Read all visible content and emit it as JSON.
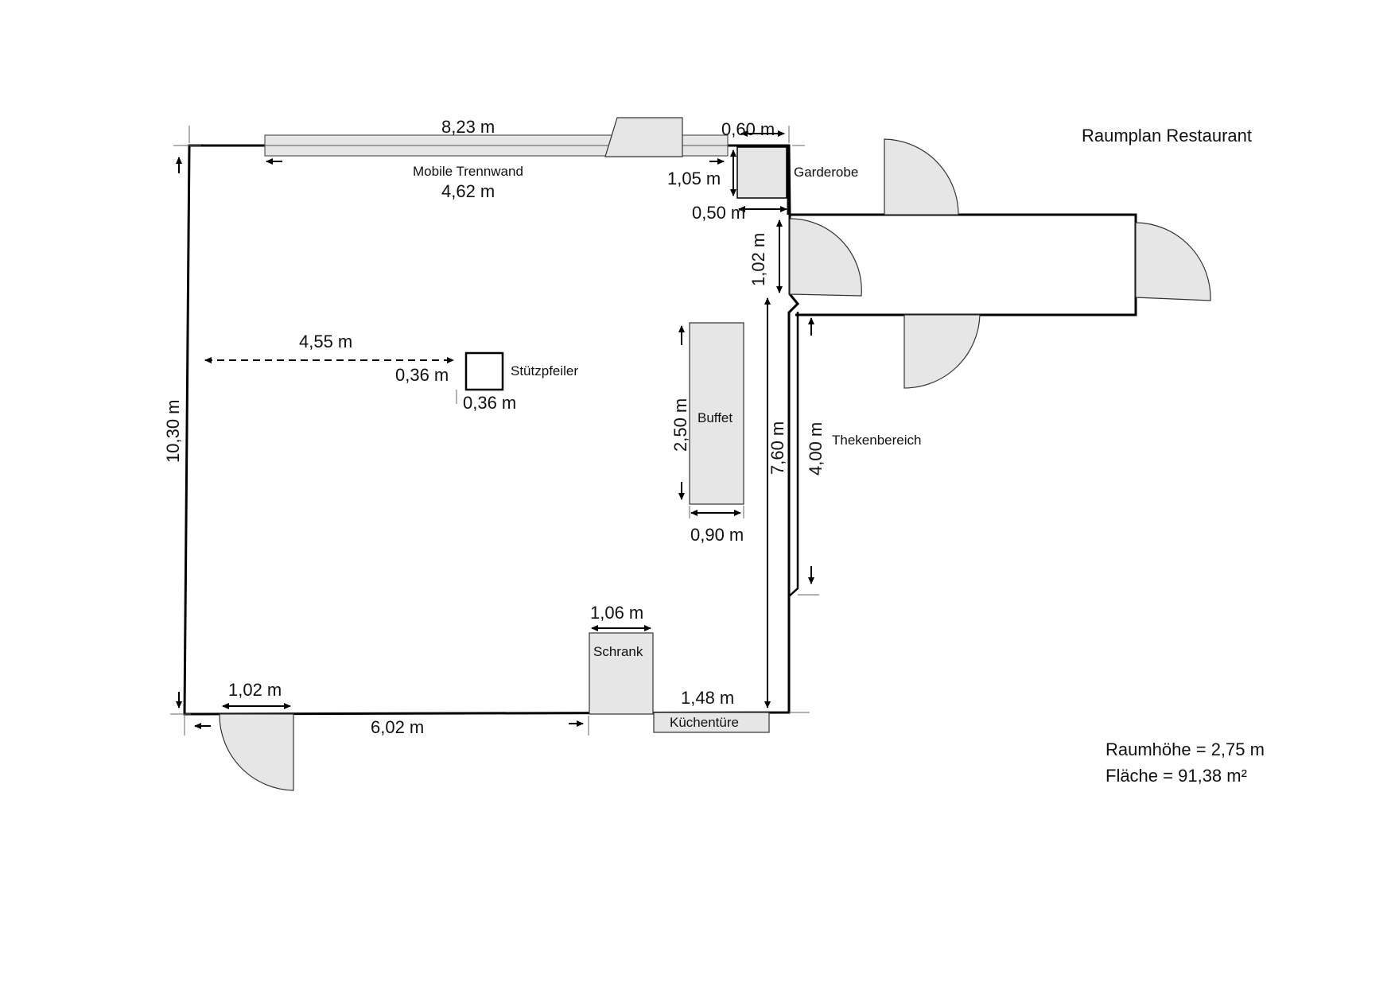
{
  "title": "Raumplan Restaurant",
  "info": {
    "height": "Raumhöhe = 2,75 m",
    "area": "Fläche = 91,38 m²"
  },
  "labels": {
    "partition": "Mobile Trennwand",
    "wardrobe": "Garderobe",
    "pillar": "Stützpfeiler",
    "buffet": "Buffet",
    "counter": "Thekenbereich",
    "cabinet": "Schrank",
    "kitchen_door": "Küchentüre"
  },
  "dimensions": {
    "top_wall": "8,23 m",
    "partition_width": "4,62 m",
    "wardrobe_width": "0,60 m",
    "wardrobe_depth": "1,05 m",
    "wardrobe_gap": "0,50 m",
    "door_right": "1,02 m",
    "pillar_distance": "4,55 m",
    "pillar_h": "0,36 m",
    "pillar_w": "0,36 m",
    "left_wall": "10,30 m",
    "buffet_length": "2,50 m",
    "buffet_width": "0,90 m",
    "right_wall": "7,60 m",
    "counter_length": "4,00 m",
    "cabinet_width": "1,06 m",
    "kitchen_door_width": "1,48 m",
    "entry_door": "1,02 m",
    "bottom_wall": "6,02 m"
  }
}
